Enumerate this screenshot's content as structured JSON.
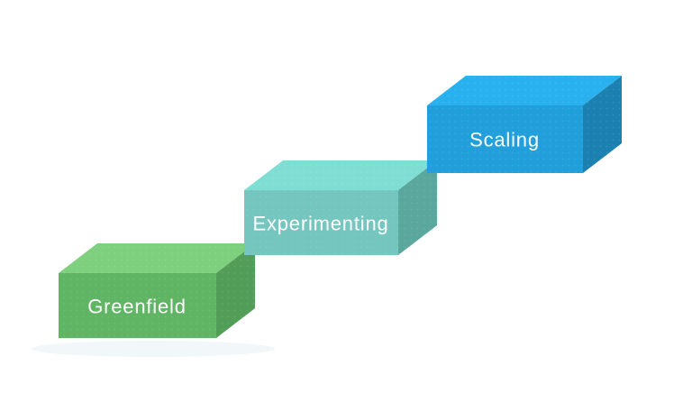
{
  "page": {
    "background": "#ffffff"
  },
  "diagram": {
    "type": "3d-staircase-blocks",
    "blocks": [
      {
        "label": "Greenfield",
        "text_color": "#ffffff",
        "colors": {
          "top": "#7ed07f",
          "front": "#5fb563",
          "side": "#529e57"
        }
      },
      {
        "label": "Experimenting",
        "text_color": "#ffffff",
        "colors": {
          "top": "#7fded3",
          "front": "#74c6bf",
          "side": "#5aa79d"
        }
      },
      {
        "label": "Scaling",
        "text_color": "#ffffff",
        "colors": {
          "top": "#29b1ef",
          "front": "#209fdb",
          "side": "#1c81b1"
        }
      }
    ]
  }
}
